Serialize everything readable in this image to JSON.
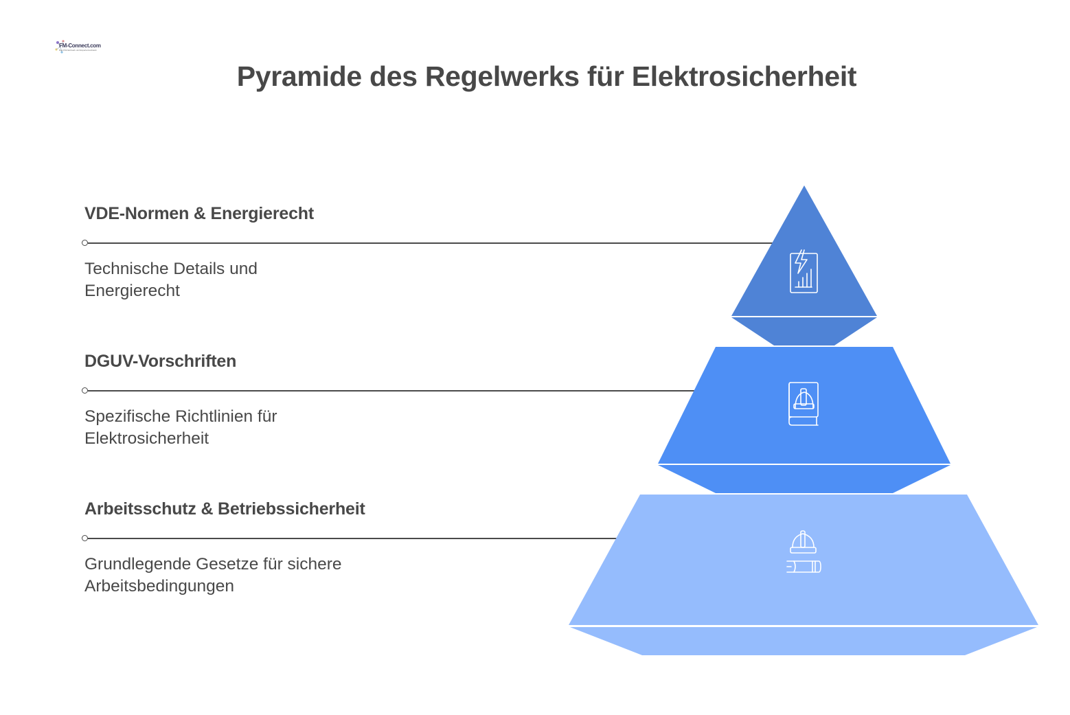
{
  "logo": {
    "text": "FM-Connect.com",
    "subtext": "Das FM-Netzwerk und Expertennetzwerk"
  },
  "title": "Pyramide des Regelwerks für Elektrosicherheit",
  "colors": {
    "tier_top": "#4f83d6",
    "tier_middle": "#4e8ff5",
    "tier_bottom": "#95bcfd",
    "text": "#484848",
    "connector": "#4a4a4a"
  },
  "levels": [
    {
      "heading": "VDE-Normen & Energierecht",
      "description_line1": "Technische Details und",
      "description_line2": "Energierecht",
      "icon": "electric-document-chart-icon"
    },
    {
      "heading": "DGUV-Vorschriften",
      "description_line1": "Spezifische Richtlinien für",
      "description_line2": "Elektrosicherheit",
      "icon": "safety-helmet-book-icon"
    },
    {
      "heading": "Arbeitsschutz & Betriebssicherheit",
      "description_line1": "Grundlegende Gesetze für sichere",
      "description_line2": "Arbeitsbedingungen",
      "icon": "helmet-and-tool-icon"
    }
  ]
}
